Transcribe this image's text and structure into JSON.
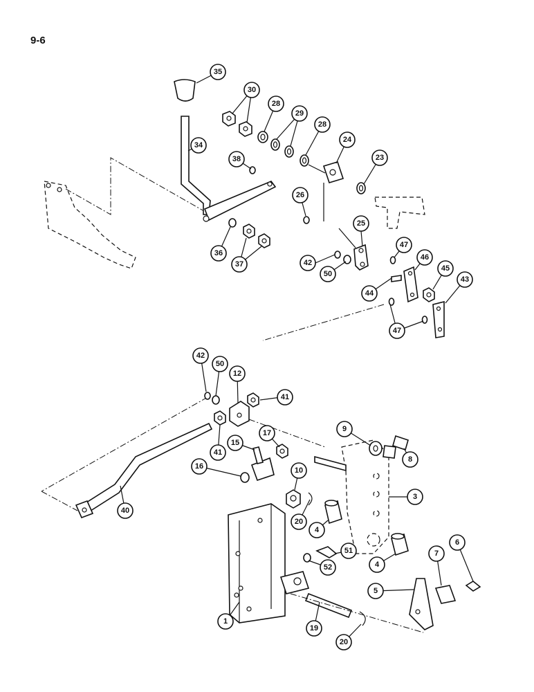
{
  "page_label": "9-6",
  "callouts": {
    "c35": "35",
    "c30": "30",
    "c28a": "28",
    "c29": "29",
    "c28b": "28",
    "c24": "24",
    "c34": "34",
    "c38": "38",
    "c23": "23",
    "c26": "26",
    "c25": "25",
    "c36": "36",
    "c37": "37",
    "c47a": "47",
    "c46": "46",
    "c42a": "42",
    "c50a": "50",
    "c45": "45",
    "c43": "43",
    "c44": "44",
    "c47b": "47",
    "c42b": "42",
    "c50b": "50",
    "c12": "12",
    "c41a": "41",
    "c41b": "41",
    "c17": "17",
    "c15": "15",
    "c9": "9",
    "c8": "8",
    "c16": "16",
    "c10": "10",
    "c3": "3",
    "c40": "40",
    "c20a": "20",
    "c4a": "4",
    "c51": "51",
    "c52": "52",
    "c4b": "4",
    "c6": "6",
    "c7": "7",
    "c5": "5",
    "c1": "1",
    "c19": "19",
    "c20b": "20"
  }
}
